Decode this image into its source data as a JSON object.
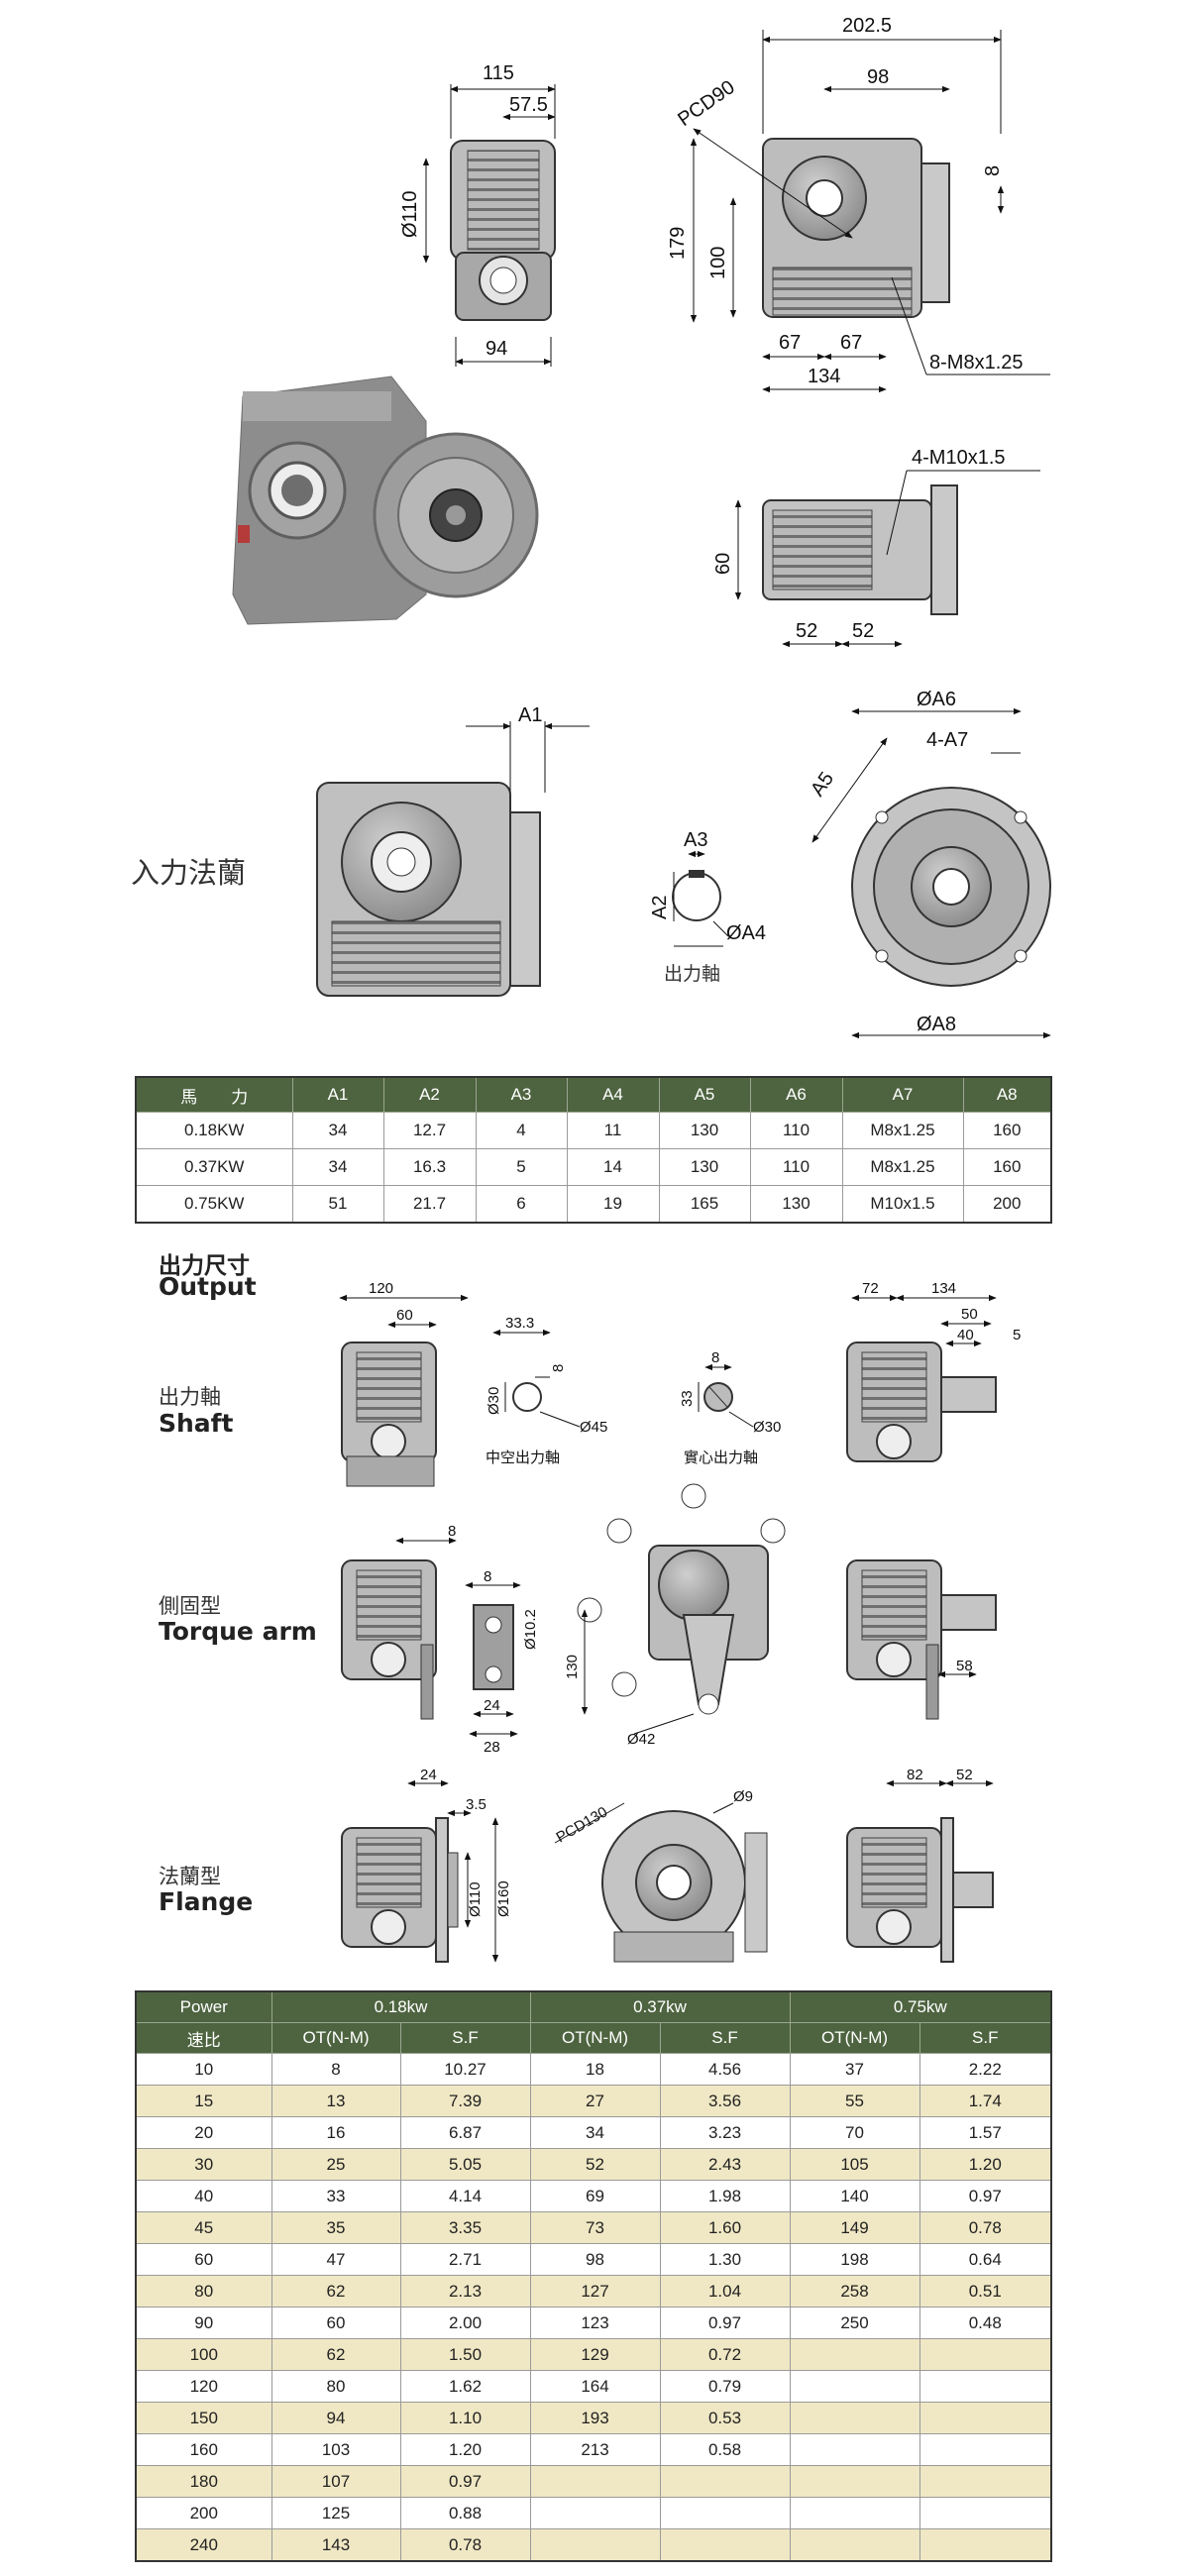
{
  "colors": {
    "header_bg": "#4e6440",
    "alt_row": "#f0e8c4",
    "line": "#111111",
    "body_grey": "#9a9a9a"
  },
  "top_dims": {
    "front": {
      "w115": "115",
      "w57_5": "57.5",
      "d110": "Ø110",
      "w94": "94"
    },
    "side": {
      "w202_5": "202.5",
      "w98": "98",
      "pcd": "PCD90",
      "h179": "179",
      "h100": "100",
      "d8": "8",
      "w67a": "67",
      "w67b": "67",
      "w134": "134",
      "bolt": "8-M8x1.25"
    },
    "bottom": {
      "bolt": "4-M10x1.5",
      "h60": "60",
      "w52a": "52",
      "w52b": "52"
    }
  },
  "input_flange": {
    "label": "入力法蘭",
    "a1": "A1",
    "a2": "A2",
    "a3": "A3",
    "a4": "ØA4",
    "a5": "A5",
    "a6": "ØA6",
    "a7": "4-A7",
    "a8": "ØA8",
    "shaft_label": "出力軸"
  },
  "input_table": {
    "headers": [
      "馬　　力",
      "A1",
      "A2",
      "A3",
      "A4",
      "A5",
      "A6",
      "A7",
      "A8"
    ],
    "rows": [
      [
        "0.18KW",
        "34",
        "12.7",
        "4",
        "11",
        "130",
        "110",
        "M8x1.25",
        "160"
      ],
      [
        "0.37KW",
        "34",
        "16.3",
        "5",
        "14",
        "130",
        "110",
        "M8x1.25",
        "160"
      ],
      [
        "0.75KW",
        "51",
        "21.7",
        "6",
        "19",
        "165",
        "130",
        "M10x1.5",
        "200"
      ]
    ]
  },
  "output": {
    "title_zh": "出力尺寸",
    "title_en": "Output",
    "shaft": {
      "zh": "出力軸",
      "en": "Shaft",
      "dims": {
        "w120": "120",
        "w60": "60",
        "w33_3": "33.3",
        "d8": "8",
        "d30": "Ø30",
        "d45": "Ø45",
        "hollow": "中空出力軸",
        "s8": "8",
        "s33": "33",
        "sd30": "Ø30",
        "solid": "實心出力軸",
        "w72": "72",
        "w134": "134",
        "w50": "50",
        "w40": "40",
        "w5": "5"
      }
    },
    "torque": {
      "zh": "側固型",
      "en": "Torque arm",
      "dims": {
        "t8a": "8",
        "t8b": "8",
        "d10_2": "Ø10.2",
        "w24": "24",
        "w28": "28",
        "h130": "130",
        "d42": "Ø42",
        "w58": "58"
      }
    },
    "flange": {
      "zh": "法蘭型",
      "en": "Flange",
      "dims": {
        "w24": "24",
        "w3_5": "3.5",
        "d110": "Ø110",
        "d160": "Ø160",
        "pcd": "PCD130",
        "d9": "Ø9",
        "w82": "82",
        "w52": "52"
      }
    }
  },
  "ratio_table": {
    "power_label": "Power",
    "ratio_label": "速比",
    "groups": [
      "0.18kw",
      "0.37kw",
      "0.75kw"
    ],
    "sub": [
      "OT(N-M)",
      "S.F",
      "OT(N-M)",
      "S.F",
      "OT(N-M)",
      "S.F"
    ],
    "rows": [
      [
        "10",
        "8",
        "10.27",
        "18",
        "4.56",
        "37",
        "2.22"
      ],
      [
        "15",
        "13",
        "7.39",
        "27",
        "3.56",
        "55",
        "1.74"
      ],
      [
        "20",
        "16",
        "6.87",
        "34",
        "3.23",
        "70",
        "1.57"
      ],
      [
        "30",
        "25",
        "5.05",
        "52",
        "2.43",
        "105",
        "1.20"
      ],
      [
        "40",
        "33",
        "4.14",
        "69",
        "1.98",
        "140",
        "0.97"
      ],
      [
        "45",
        "35",
        "3.35",
        "73",
        "1.60",
        "149",
        "0.78"
      ],
      [
        "60",
        "47",
        "2.71",
        "98",
        "1.30",
        "198",
        "0.64"
      ],
      [
        "80",
        "62",
        "2.13",
        "127",
        "1.04",
        "258",
        "0.51"
      ],
      [
        "90",
        "60",
        "2.00",
        "123",
        "0.97",
        "250",
        "0.48"
      ],
      [
        "100",
        "62",
        "1.50",
        "129",
        "0.72",
        "",
        ""
      ],
      [
        "120",
        "80",
        "1.62",
        "164",
        "0.79",
        "",
        ""
      ],
      [
        "150",
        "94",
        "1.10",
        "193",
        "0.53",
        "",
        ""
      ],
      [
        "160",
        "103",
        "1.20",
        "213",
        "0.58",
        "",
        ""
      ],
      [
        "180",
        "107",
        "0.97",
        "",
        "",
        "",
        ""
      ],
      [
        "200",
        "125",
        "0.88",
        "",
        "",
        "",
        ""
      ],
      [
        "240",
        "143",
        "0.78",
        "",
        "",
        "",
        ""
      ]
    ]
  }
}
